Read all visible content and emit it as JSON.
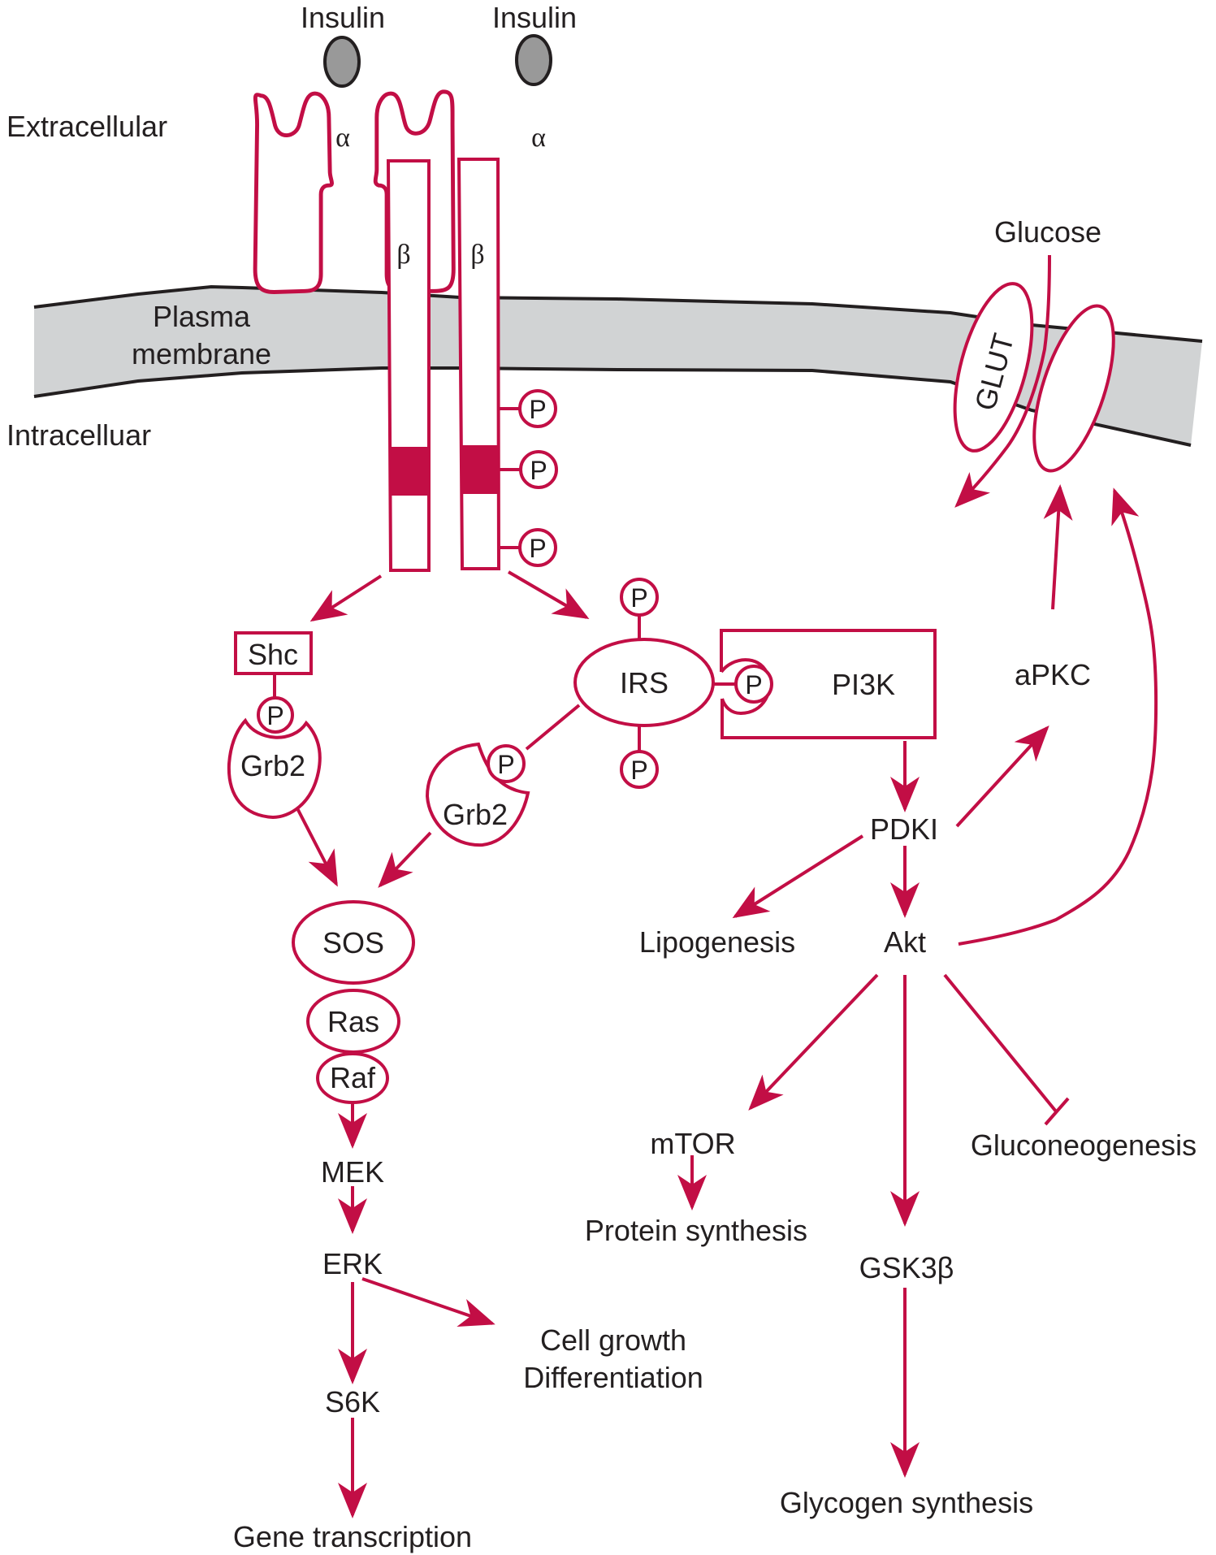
{
  "colors": {
    "accent": "#c20e45",
    "membrane": "#d1d3d4",
    "text": "#231f20",
    "insulin": "#999999"
  },
  "regions": {
    "extracellular": "Extracellular",
    "intracellular": "Intracelluar",
    "membrane_line1": "Plasma",
    "membrane_line2": "membrane"
  },
  "receptor": {
    "ligand_left": "Insulin",
    "ligand_right": "Insulin",
    "alpha_left": "α",
    "alpha_right": "α",
    "beta_left": "β",
    "beta_right": "β",
    "phospho": [
      "P",
      "P",
      "P"
    ]
  },
  "mapk_branch": {
    "shc": "Shc",
    "shc_p": "P",
    "grb2_left": "Grb2",
    "sos": "SOS",
    "ras": "Ras",
    "raf": "Raf",
    "mek": "MEK",
    "erk": "ERK",
    "s6k": "S6K",
    "gene_transcription": "Gene transcription",
    "cell_growth_line1": "Cell growth",
    "cell_growth_line2": "Differentiation"
  },
  "pi3k_branch": {
    "irs": "IRS",
    "irs_p_top": "P",
    "irs_p_bottom": "P",
    "irs_p_grb2": "P",
    "irs_p_pi3k": "P",
    "grb2_right": "Grb2",
    "pi3k": "PI3K",
    "pdki": "PDKI",
    "akt": "Akt",
    "apkc": "aPKC",
    "lipogenesis": "Lipogenesis",
    "mtor": "mTOR",
    "protein_synthesis": "Protein synthesis",
    "gsk3b": "GSK3β",
    "glycogen_synthesis": "Glycogen synthesis",
    "gluconeogenesis": "Gluconeogenesis"
  },
  "glucose_transport": {
    "glucose": "Glucose",
    "glut": "GLUT"
  }
}
